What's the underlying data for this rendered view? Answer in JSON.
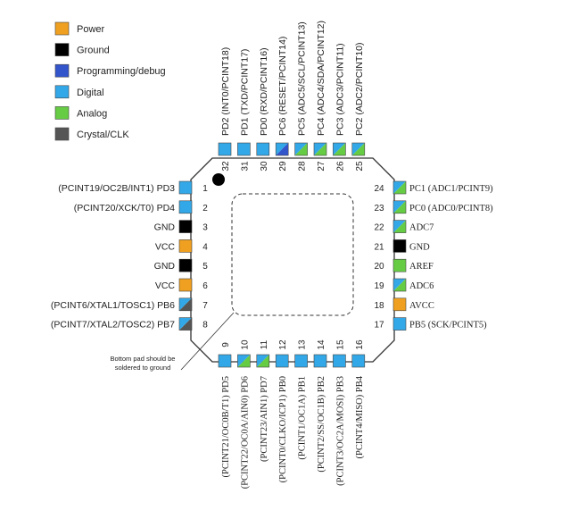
{
  "colors": {
    "power": "#f0a020",
    "ground": "#000000",
    "programming": "#3355cc",
    "digital": "#33a8e8",
    "analog": "#66cc44",
    "crystal": "#555555",
    "outline": "#333333"
  },
  "legend": [
    {
      "label": "Power",
      "kind": "power"
    },
    {
      "label": "Ground",
      "kind": "ground"
    },
    {
      "label": "Programming/debug",
      "kind": "programming"
    },
    {
      "label": "Digital",
      "kind": "digital"
    },
    {
      "label": "Analog",
      "kind": "analog"
    },
    {
      "label": "Crystal/CLK",
      "kind": "crystal"
    }
  ],
  "pins_left": [
    {
      "num": "1",
      "label": "(PCINT19/OC2B/INT1) PD3",
      "kind": "digital"
    },
    {
      "num": "2",
      "label": "(PCINT20/XCK/T0) PD4",
      "kind": "digital"
    },
    {
      "num": "3",
      "label": "GND",
      "kind": "ground"
    },
    {
      "num": "4",
      "label": "VCC",
      "kind": "power"
    },
    {
      "num": "5",
      "label": "GND",
      "kind": "ground"
    },
    {
      "num": "6",
      "label": "VCC",
      "kind": "power"
    },
    {
      "num": "7",
      "label": "(PCINT6/XTAL1/TOSC1) PB6",
      "kind": "digital",
      "kind2": "crystal"
    },
    {
      "num": "8",
      "label": "(PCINT7/XTAL2/TOSC2) PB7",
      "kind": "digital",
      "kind2": "crystal"
    }
  ],
  "pins_bottom": [
    {
      "num": "9",
      "label": "(PCINT21/OC0B/T1) PD5",
      "kind": "digital"
    },
    {
      "num": "10",
      "label": "(PCINT22/OC0A/AIN0) PD6",
      "kind": "digital",
      "kind2": "analog"
    },
    {
      "num": "11",
      "label": "(PCINT23/AIN1) PD7",
      "kind": "digital",
      "kind2": "analog"
    },
    {
      "num": "12",
      "label": "(PCINT0/CLKO/ICP1) PB0",
      "kind": "digital"
    },
    {
      "num": "13",
      "label": "(PCINT1/OC1A) PB1",
      "kind": "digital"
    },
    {
      "num": "14",
      "label": "(PCINT2/SS/OC1B) PB2",
      "kind": "digital"
    },
    {
      "num": "15",
      "label": "(PCINT3/OC2A/MOSI) PB3",
      "kind": "digital"
    },
    {
      "num": "16",
      "label": "(PCINT4/MISO) PB4",
      "kind": "digital"
    }
  ],
  "pins_right": [
    {
      "num": "24",
      "label": "PC1 (ADC1/PCINT9)",
      "kind": "digital",
      "kind2": "analog"
    },
    {
      "num": "23",
      "label": "PC0 (ADC0/PCINT8)",
      "kind": "digital",
      "kind2": "analog"
    },
    {
      "num": "22",
      "label": "ADC7",
      "kind": "digital",
      "kind2": "analog"
    },
    {
      "num": "21",
      "label": "GND",
      "kind": "ground"
    },
    {
      "num": "20",
      "label": "AREF",
      "kind": "analog"
    },
    {
      "num": "19",
      "label": "ADC6",
      "kind": "digital",
      "kind2": "analog"
    },
    {
      "num": "18",
      "label": "AVCC",
      "kind": "power"
    },
    {
      "num": "17",
      "label": "PB5 (SCK/PCINT5)",
      "kind": "digital"
    }
  ],
  "pins_top": [
    {
      "num": "32",
      "label": "PD2 (INT0/PCINT18)",
      "kind": "digital"
    },
    {
      "num": "31",
      "label": "PD1 (TXD/PCINT17)",
      "kind": "digital"
    },
    {
      "num": "30",
      "label": "PD0 (RXD/PCINT16)",
      "kind": "digital"
    },
    {
      "num": "29",
      "label": "PC6 (RESET/PCINT14)",
      "kind": "digital",
      "kind2": "programming"
    },
    {
      "num": "28",
      "label": "PC5 (ADC5/SCL/PCINT13)",
      "kind": "digital",
      "kind2": "analog"
    },
    {
      "num": "27",
      "label": "PC4 (ADC4/SDA/PCINT12)",
      "kind": "digital",
      "kind2": "analog"
    },
    {
      "num": "26",
      "label": "PC3 (ADC3/PCINT11)",
      "kind": "digital",
      "kind2": "analog"
    },
    {
      "num": "25",
      "label": "PC2 (ADC2/PCINT10)",
      "kind": "digital",
      "kind2": "analog"
    }
  ],
  "note": [
    "Bottom pad should be",
    "soldered to ground"
  ]
}
